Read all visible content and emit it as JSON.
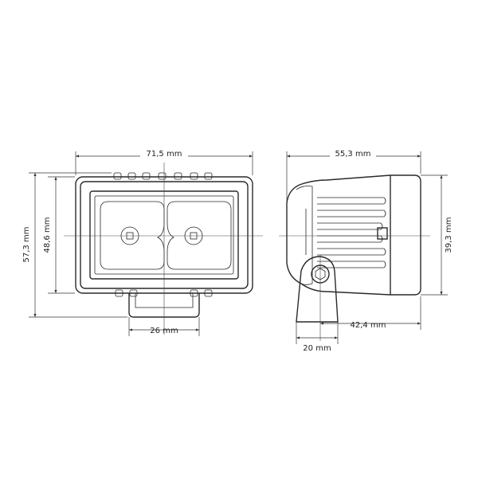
{
  "dimensions": {
    "front_width": "71,5 mm",
    "front_height_outer": "57,3 mm",
    "front_height_inner": "48,6 mm",
    "bracket_width": "26 mm",
    "side_depth": "55,3 mm",
    "side_height": "39,3 mm",
    "mount_offset": "42,4 mm",
    "mount_width": "20 mm"
  },
  "colors": {
    "line": "#2a2a2a",
    "background": "#ffffff"
  }
}
